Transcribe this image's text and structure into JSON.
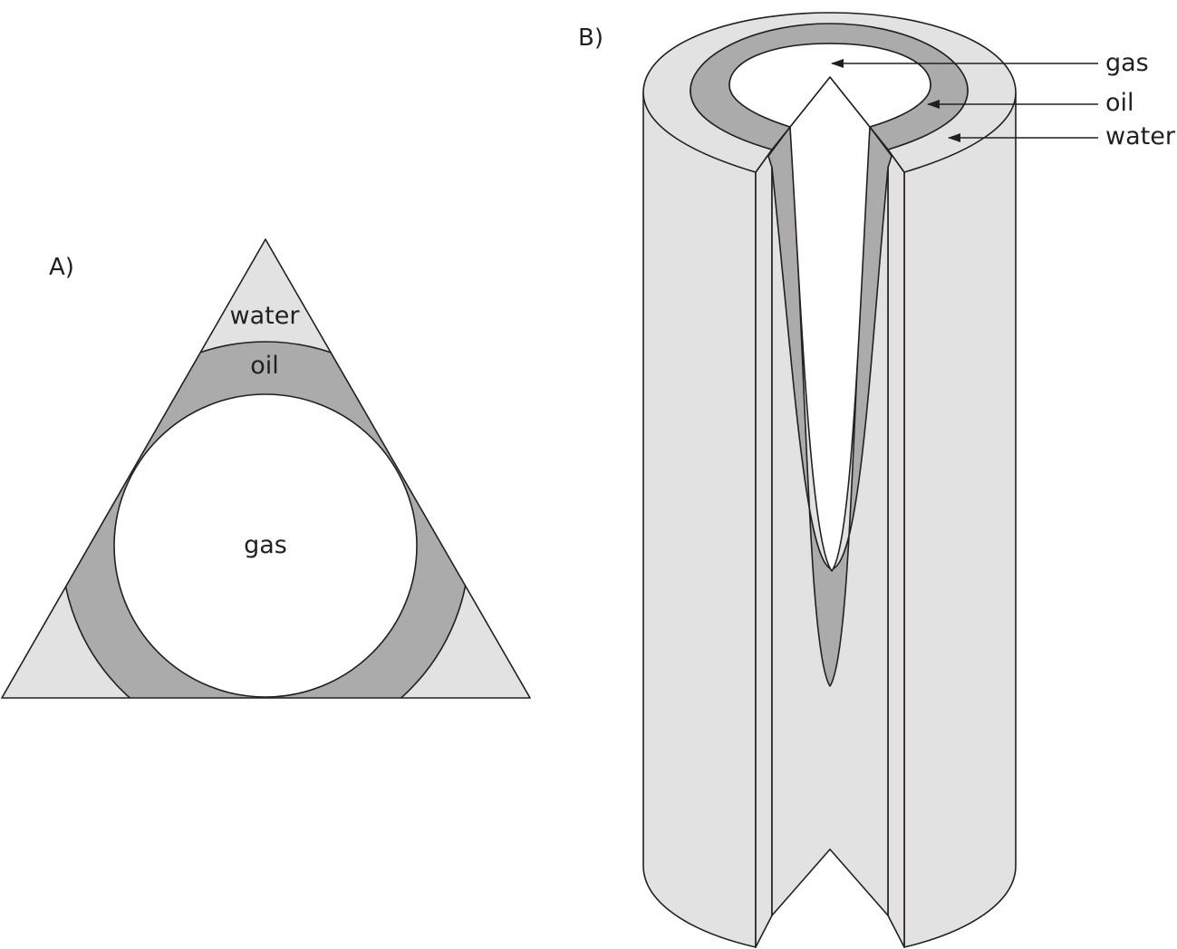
{
  "panel_a": {
    "label": "A)",
    "labels": {
      "water": "water",
      "oil": "oil",
      "gas": "gas"
    }
  },
  "panel_b": {
    "label": "B)",
    "callouts": {
      "gas": "gas",
      "oil": "oil",
      "water": "water"
    }
  },
  "colors": {
    "water": "#e2e2e2",
    "oil": "#ababab",
    "gas": "#ffffff",
    "outline": "#231f20"
  }
}
